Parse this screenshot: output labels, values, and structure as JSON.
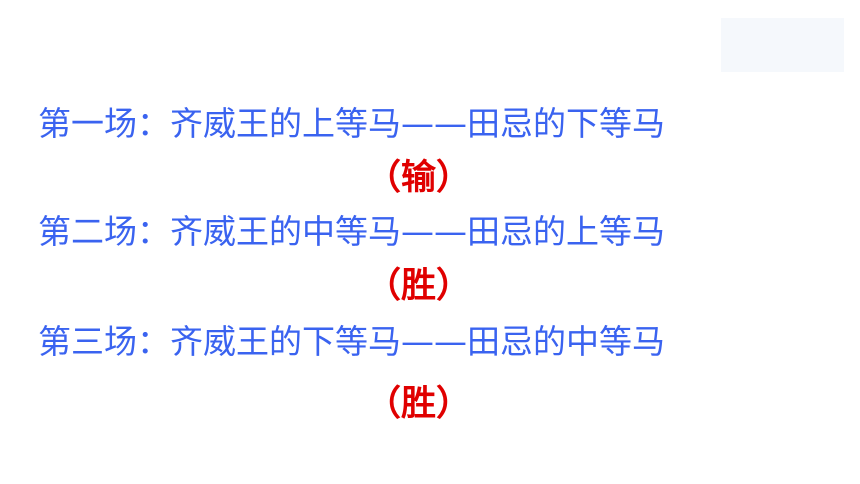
{
  "rounds": [
    {
      "text": "第一场：齐威王的上等马——田忌的下等马",
      "result": "（输）"
    },
    {
      "text": "第二场：齐威王的中等马——田忌的上等马",
      "result": "（胜）"
    },
    {
      "text": "第三场：齐威王的下等马——田忌的中等马",
      "result": "（胜）"
    }
  ],
  "colors": {
    "text": "#3a63f0",
    "result": "#e00000",
    "corner_box": "#f5f8fc"
  }
}
